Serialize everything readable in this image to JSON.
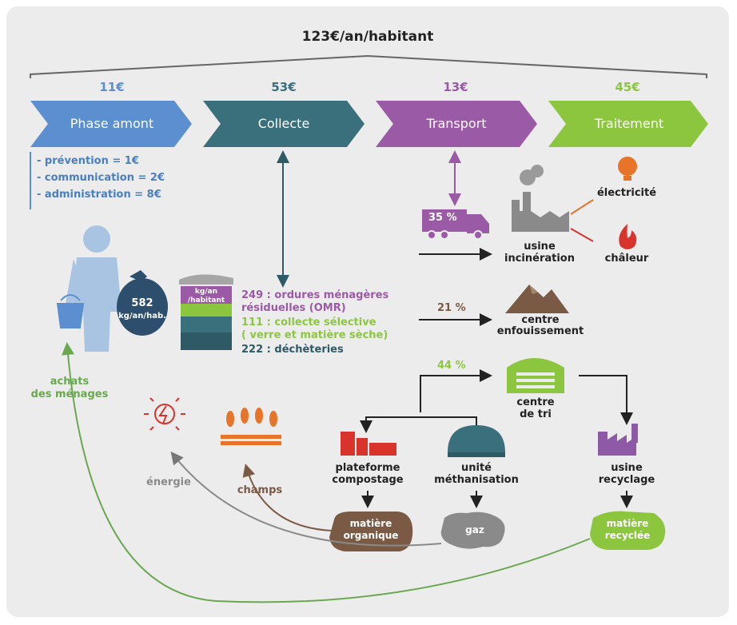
{
  "total": "123€/an/habitant",
  "phases": [
    {
      "label": "Phase amont",
      "cost": "11€",
      "color": "#5b8fcf"
    },
    {
      "label": "Collecte",
      "cost": "53€",
      "color": "#3a6f7c"
    },
    {
      "label": "Transport",
      "cost": "13€",
      "color": "#9b5aa6"
    },
    {
      "label": "Traitement",
      "cost": "45€",
      "color": "#8cc63f"
    }
  ],
  "amont_details": [
    "- prévention = 1€",
    "- communication = 2€",
    "- administration = 8€"
  ],
  "person": {
    "bag_line1": "582",
    "bag_line2": "kg/an/hab."
  },
  "bin": {
    "label_line1": "kg/an",
    "label_line2": "/habitant"
  },
  "waste": {
    "omr_line1": "249 : ordures ménagères",
    "omr_line2": "résiduelles (OMR)",
    "selective_line1": "111 : collecte sélective",
    "selective_line2": "( verre et matière sèche)",
    "decheteries": "222 : déchèteries"
  },
  "flows": {
    "incineration_pct": "35 %",
    "enfouissement_pct": "21 %",
    "tri_pct": "44 %"
  },
  "nodes": {
    "incineration_l1": "usine",
    "incineration_l2": "incinération",
    "electricite": "électricité",
    "chaleur": "châleur",
    "enfouissement_l1": "centre",
    "enfouissement_l2": "enfouissement",
    "tri_l1": "centre",
    "tri_l2": "de tri",
    "compost_l1": "plateforme",
    "compost_l2": "compostage",
    "metha_l1": "unité",
    "metha_l2": "méthanisation",
    "recyclage_l1": "usine",
    "recyclage_l2": "recyclage",
    "matiere_org_l1": "matière",
    "matiere_org_l2": "organique",
    "gaz": "gaz",
    "matiere_rec_l1": "matière",
    "matiere_rec_l2": "recyclée",
    "energie": "énergie",
    "champs": "champs",
    "achats_l1": "achats",
    "achats_l2": "des ménages"
  },
  "colors": {
    "blue": "#5b8fcf",
    "teal": "#3a6f7c",
    "purple": "#9b5aa6",
    "green": "#8cc63f",
    "brown": "#7a5a44",
    "orange": "#e8742a",
    "red": "#d9342b",
    "gray": "#8a8a8a",
    "dark": "#333333"
  }
}
